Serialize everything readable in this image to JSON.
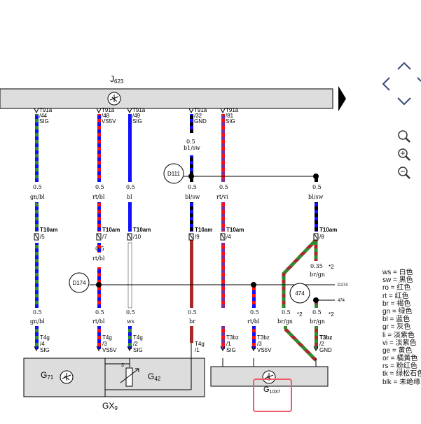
{
  "ecu": {
    "name_main": "J",
    "name_sub": "623"
  },
  "components": {
    "gx9": {
      "name_main": "GX",
      "name_sub": "9"
    },
    "g71": {
      "name_main": "G",
      "name_sub": "71"
    },
    "g42": {
      "name_main": "G",
      "name_sub": "42"
    },
    "g1037": {
      "name_main": "G",
      "name_sub": "1037"
    }
  },
  "ecu_pins": [
    {
      "conn": "T91a",
      "pin": "/44",
      "signal": "SIG"
    },
    {
      "conn": "T91a",
      "pin": "/48",
      "signal": "VS5V"
    },
    {
      "conn": "T91a",
      "pin": "/49",
      "signal": "SIG"
    },
    {
      "conn": "T91a",
      "pin": "/32",
      "signal": "GND"
    },
    {
      "conn": "T91a",
      "pin": "/81",
      "signal": "SIG"
    }
  ],
  "upper_wire_labels": [
    {
      "size": "0.5",
      "color": "b1/sw"
    }
  ],
  "mid_wire_labels": [
    {
      "size": "0.5",
      "color": "gn/bl"
    },
    {
      "size": "0.5",
      "color": "rt/bl"
    },
    {
      "size": "0.5",
      "color": "bl"
    },
    {
      "size": "0.5",
      "color": "bl/sw"
    },
    {
      "size": "0.5",
      "color": "rt/vi"
    },
    {
      "size": "0.5",
      "color": "bl/sw"
    }
  ],
  "t10am_pins": [
    {
      "conn": "T10am",
      "pin": "/5"
    },
    {
      "conn": "T10am",
      "pin": "/7"
    },
    {
      "conn": "T10am",
      "pin": "/10"
    },
    {
      "conn": "T10am",
      "pin": "/9"
    },
    {
      "conn": "T10am",
      "pin": "/4"
    },
    {
      "conn": "T10am",
      "pin": "/8"
    }
  ],
  "splice_labels": {
    "d111": "D111",
    "d174": "D174",
    "n474": "474",
    "right_d174": "D174",
    "right_474": "474"
  },
  "lower_wire_labels": [
    {
      "size": "0.5",
      "color": "rt/bl"
    },
    {
      "size": "0.35",
      "color": "br/gn"
    },
    {
      "size": "0.5",
      "color": "gn/bl"
    },
    {
      "size": "0.5",
      "color": "rt/bl"
    },
    {
      "size": "0.5",
      "color": "ws"
    },
    {
      "size": "0.5",
      "color": "br"
    },
    {
      "size": "0.5",
      "color": "rt/bl"
    },
    {
      "size": "0.5",
      "color": "br/gn"
    },
    {
      "size": "0.5",
      "color": "br/gn"
    }
  ],
  "footnotes": {
    "a": "*2",
    "b": "*2",
    "c": "*2"
  },
  "t4g_pins": [
    {
      "conn": "T4g",
      "pin": "/4",
      "signal": "SIG"
    },
    {
      "conn": "T4g",
      "pin": "/3",
      "signal": "VS5V"
    },
    {
      "conn": "T4g",
      "pin": "/2",
      "signal": "SIG"
    },
    {
      "conn": "T4g",
      "pin": "/1",
      "signal": ""
    }
  ],
  "t3bz_pins": [
    {
      "conn": "T3bz",
      "pin": "/1",
      "signal": "SIG"
    },
    {
      "conn": "T3bz",
      "pin": "/3",
      "signal": "VS5V"
    },
    {
      "conn": "T3bz",
      "pin": "/2",
      "signal": "GND"
    }
  ],
  "sensor_mark": "3",
  "legend": [
    "ws = 白色",
    "sw = 黑色",
    "ro = 红色",
    "rt = 红色",
    "br = 褐色",
    "gn = 绿色",
    "bl = 蓝色",
    "gr = 灰色",
    "li = 淡紫色",
    "vi = 淡紫色",
    "ge = 黄色",
    "or = 橘黄色",
    "rs = 粉红色",
    "tk = 绿松石色",
    "blk = 未绝缘"
  ],
  "colors": {
    "ecu_bar": "#dddddd",
    "green": "#2e8b2e",
    "blue": "#1010ff",
    "red": "#ff1010",
    "brown": "#a52a2a",
    "violet": "#7a2ea0",
    "black": "#000000",
    "white": "#ffffff",
    "highlight": "#ef5b6b"
  },
  "icons": {
    "nav": [
      "arrow-up-icon",
      "arrow-left-icon",
      "arrow-right-icon",
      "arrow-down-icon"
    ],
    "zoom": [
      "zoom-fit-icon",
      "zoom-in-icon",
      "zoom-out-icon"
    ]
  }
}
